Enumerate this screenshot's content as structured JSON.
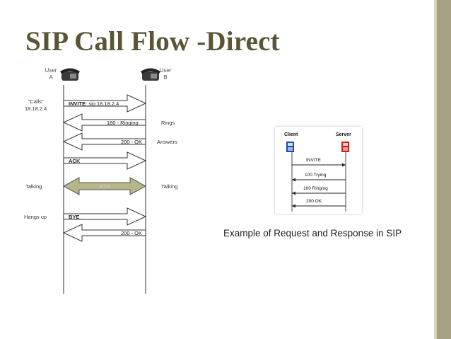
{
  "slide": {
    "title": "SIP Call Flow -Direct",
    "caption": "Example of Request and Response in SIP",
    "accent_color": "#5a5535",
    "stripe_color": "#a8a082"
  },
  "diagram": {
    "user_a": {
      "line1": "User",
      "line2": "A",
      "icon": "phone-icon"
    },
    "user_b": {
      "line1": "User",
      "line2": "B",
      "icon": "phone-icon"
    },
    "left_notes": {
      "calls_line1": "\"Calls\"",
      "calls_line2": "18.18.2.4",
      "talking": "Talking",
      "hangs_up": "Hangs up"
    },
    "right_notes": {
      "rings": "Rings",
      "answers": "Answers",
      "talking": "Talking"
    },
    "messages": {
      "invite_method": "INVITE",
      "invite_uri": ": sip:18.18.2.4",
      "ringing": "180 - Ringing",
      "ok1": "200 - OK",
      "ack": "ACK",
      "rtp": "RTP",
      "bye": "BYE",
      "ok2": "200 - OK"
    }
  },
  "inset": {
    "client": "Client",
    "server": "Server",
    "invite": "INVITE",
    "trying": "100 Trying",
    "ringing": "100 Ringing",
    "ok": "200 OK"
  }
}
